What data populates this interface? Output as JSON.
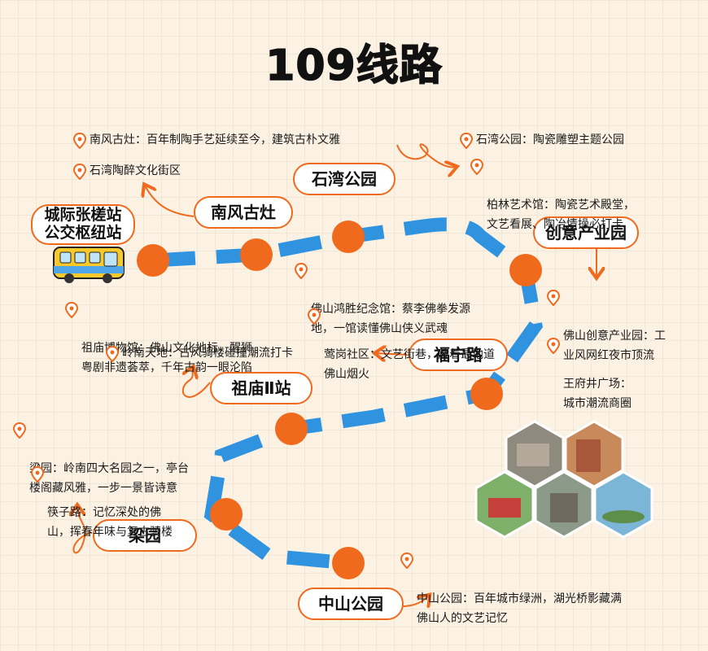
{
  "title": "109线路",
  "colors": {
    "orange": "#f06a1d",
    "blue": "#2f93e0",
    "bg": "#fbf2e4"
  },
  "stations": {
    "zhangcha": "城际张槎站\n公交枢纽站",
    "nanfeng": "南风古灶",
    "shiwan": "石湾公园",
    "chuangyi": "创意产业园",
    "funing": "福宁路",
    "zumiao": "祖庙Ⅱ站",
    "liangyuan": "梁园",
    "zhongshan": "中山公园"
  },
  "info": {
    "nanfeng1": "南风古灶：百年制陶手艺延续至今，建筑古朴文雅",
    "nanfeng2": "石湾陶醉文化街区",
    "shiwan1": "石湾公园：陶瓷雕塑主题公园",
    "shiwan2": "柏林艺术馆：陶瓷艺术殿堂，\n文艺看展、陶冶情操必打卡",
    "hongsheng": "佛山鸿胜纪念馆：蔡李佛拳发源\n地，一馆读懂佛山侠义武魂",
    "yinggang": "莺岗社区：文艺街巷，藏着最地道\n佛山烟火",
    "chuangyi": "佛山创意产业园：工\n业风网红夜市顶流",
    "wangfujing": "王府井广场：\n城市潮流商圈",
    "zumiao1": "祖庙博物馆：佛山文化地标，醒狮\n粤剧非遗荟萃，千年古韵一眼沦陷",
    "lingnan": "岭南天地：古风骑楼碰撞潮流打卡",
    "liangyuan": "梁园：岭南四大名园之一，亭台\n楼阁藏风雅，一步一景皆诗意",
    "kuaizi": "筷子路：记忆深处的佛\n山，挥春年味与复古骑楼",
    "zhongshan": "中山公园：百年城市绿洲，湖光桥影藏满\n佛山人的文艺记忆"
  }
}
